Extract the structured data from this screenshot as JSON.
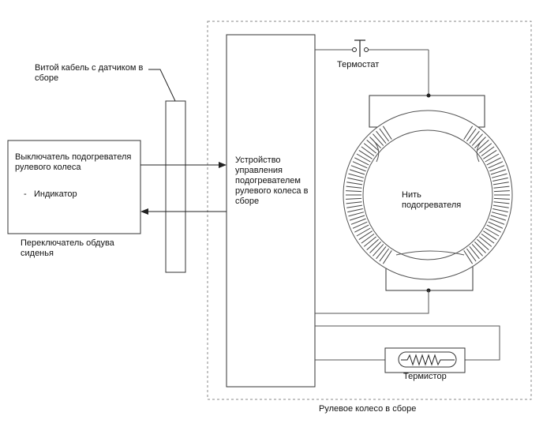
{
  "labels": {
    "twisted_cable": "Витой кабель с датчиком в сборе",
    "switch_box_title": "Выключатель подогревателя рулевого колеса",
    "indicator_dash": "-",
    "indicator": "Индикатор",
    "seat_switch": "Переключатель обдува сиденья",
    "control_unit": "Устройство управления подогревателем рулевого колеса в сборе",
    "thermostat": "Термостат",
    "heater_wire": "Нить подогревателя",
    "thermistor": "Термистор",
    "wheel_assembly": "Рулевое колесо в сборе"
  },
  "colors": {
    "line": "#222222",
    "wire": "#555555",
    "dashed_border": "#8a8a8a"
  }
}
